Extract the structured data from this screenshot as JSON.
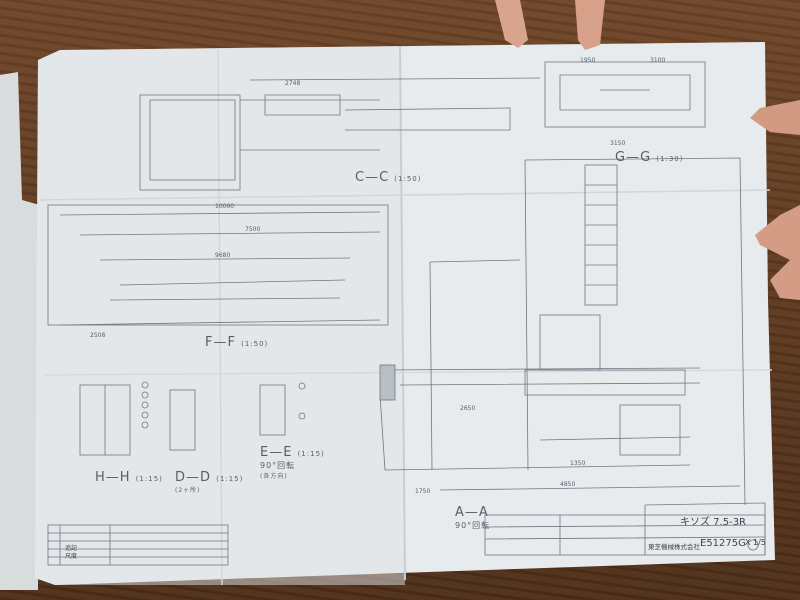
{
  "drawing": {
    "sections": {
      "c_c": {
        "label": "C—C",
        "scale": "(1:50)"
      },
      "g_g": {
        "label": "G—G",
        "scale": "(1:30)"
      },
      "f_f": {
        "label": "F—F",
        "scale": "(1:50)"
      },
      "h_h": {
        "label": "H—H",
        "scale": "(1:15)"
      },
      "d_d": {
        "label": "D—D",
        "scale": "(1:15)",
        "note": "(2ヶ所)"
      },
      "e_e": {
        "label": "E—E",
        "scale": "(1:15)",
        "rotation": "90°回転",
        "note": "(各方向)"
      },
      "a_a": {
        "label": "A—A",
        "rotation": "90°回転"
      }
    },
    "dimensions": [
      "2748",
      "10060",
      "7500",
      "9680",
      "2650",
      "2508",
      "1350",
      "4850",
      "1750",
      "1950",
      "3100",
      "3150"
    ],
    "title_block": {
      "drawing_name": "キソズ 7.5-3R",
      "company": "東芝機械株式会社",
      "drawing_number": "E51275G",
      "sheet": "X 1/5",
      "scale_label": "尺度",
      "revision_note": "追記"
    }
  },
  "colors": {
    "paper": "#e9ecee",
    "ink": "#5b6874",
    "wood": "#5e3a20"
  }
}
